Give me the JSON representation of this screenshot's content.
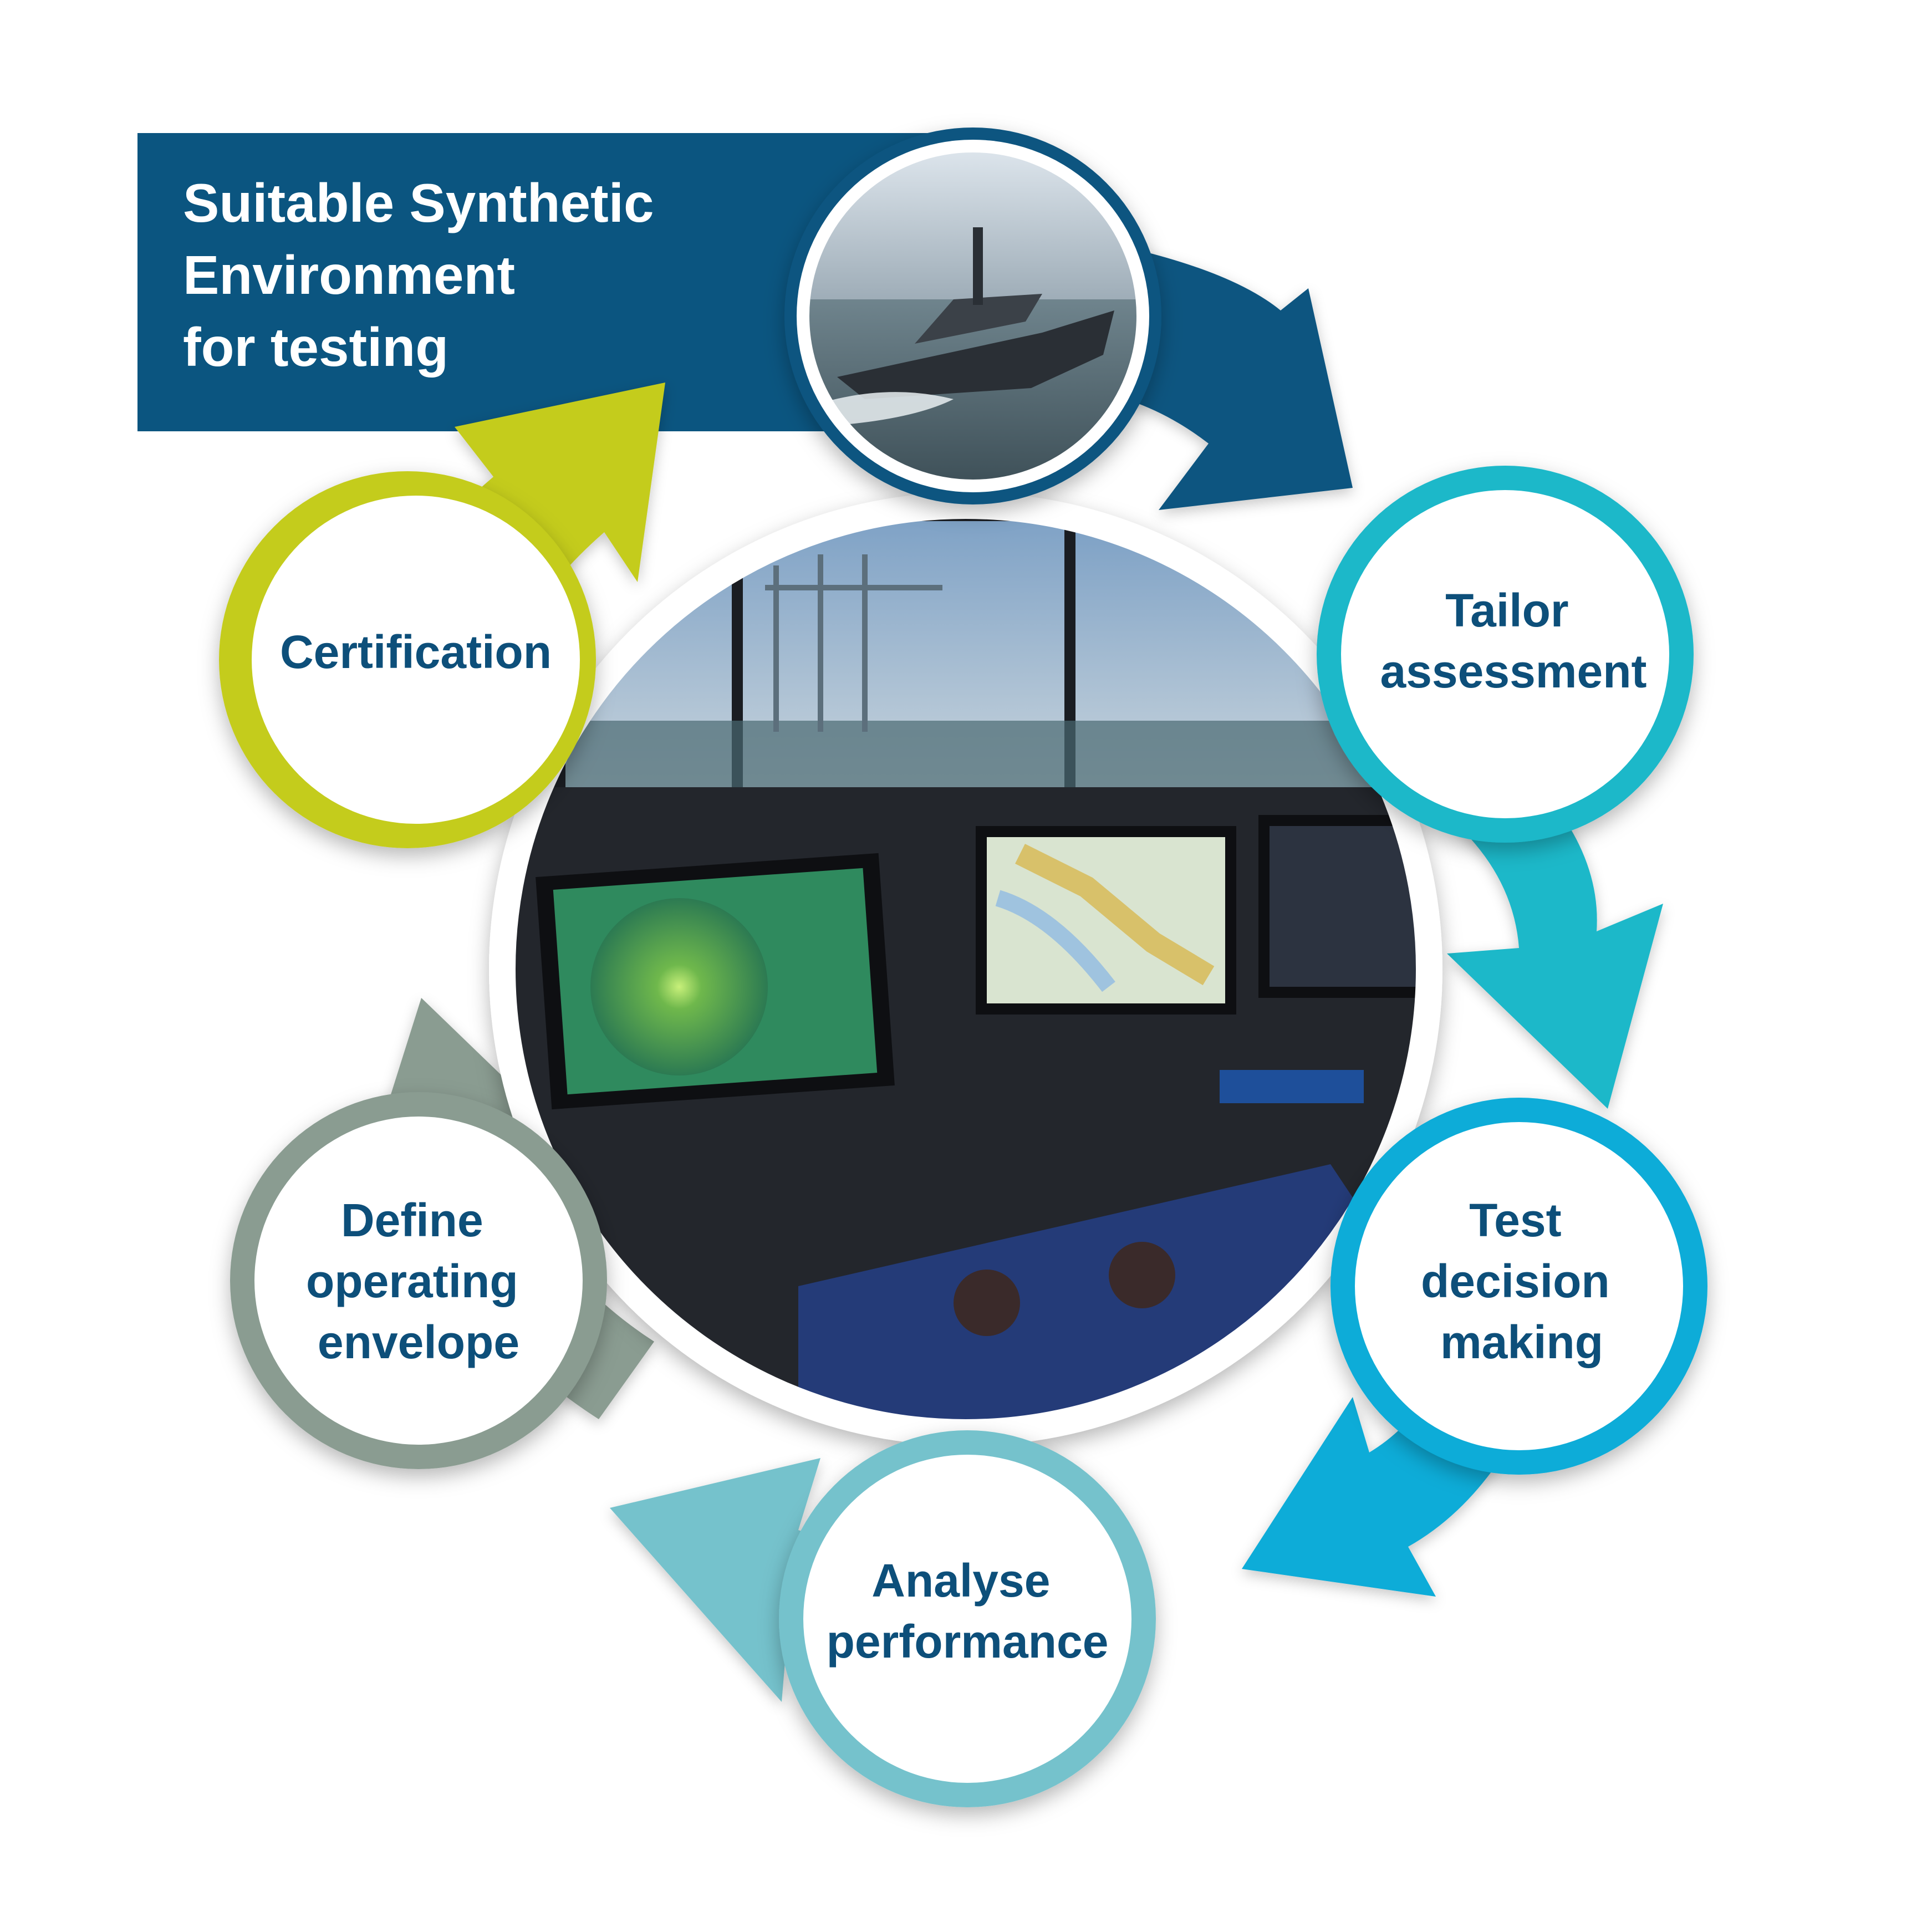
{
  "banner": {
    "lines": [
      "Suitable Synthetic",
      "Environment",
      "for testing"
    ]
  },
  "steps": [
    {
      "lines": [
        "Tailor",
        "assessment"
      ],
      "color": "#1cb8c9"
    },
    {
      "lines": [
        "Test",
        "decision",
        "making"
      ],
      "color": "#08acd8"
    },
    {
      "lines": [
        "Analyse",
        "performance"
      ],
      "color": "#75c2cc"
    },
    {
      "lines": [
        "Define",
        "operating",
        "envelope"
      ],
      "color": "#8a9c91"
    },
    {
      "lines": [
        "Certification"
      ],
      "color": "#c4cc1c"
    }
  ],
  "colors": {
    "banner": "#0b5580",
    "label_text": "#0d4f7a",
    "ring_white": "#ffffff"
  },
  "images": {
    "top": "photo of an uncrewed surface vessel at sea",
    "center": "photo of a ship bridge simulator with radar, chart and control consoles"
  }
}
